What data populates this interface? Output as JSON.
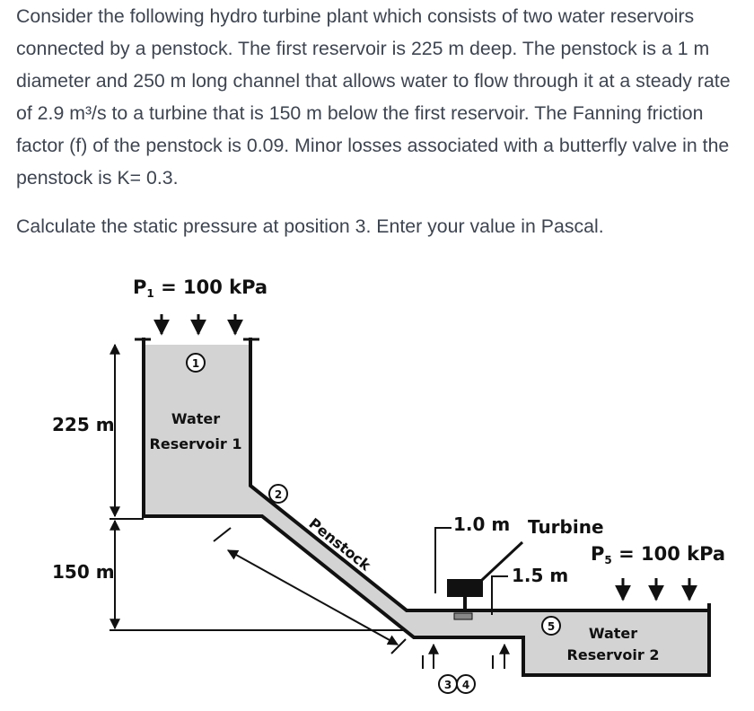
{
  "problem": {
    "paragraph": "Consider the following hydro turbine plant which consists of two water reservoirs connected by a penstock. The first reservoir is 225 m deep. The penstock is a 1 m diameter and 250 m long channel that allows water to flow through it at a steady rate of 2.9 m³/s to a turbine that is 150 m below the first reservoir. The Fanning friction factor (f) of the penstock is 0.09. Minor losses associated with a butterfly valve in the penstock is K= 0.3.",
    "question": "Calculate the static pressure at position 3. Enter your value in Pascal."
  },
  "diagram": {
    "p1_main": "P",
    "p1_sub": "1",
    "p1_value": " = 100 kPa",
    "p5_main": "P",
    "p5_sub": "5",
    "p5_value": " = 100 kPa",
    "depth_upper": "225 m",
    "depth_lower": "150 m",
    "reservoir1_line1": "Water",
    "reservoir1_line2": "Reservoir 1",
    "reservoir2_line1": "Water",
    "reservoir2_line2": "Reservoir 2",
    "penstock": "Penstock",
    "turbine": "Turbine",
    "width_1m": "1.0 m",
    "height_1_5m": "1.5 m",
    "pos1": "1",
    "pos2": "2",
    "pos3": "3",
    "pos4": "4",
    "pos5": "5",
    "colors": {
      "water": "#d3d3d3",
      "outline": "#111111",
      "text": "#3e4551"
    }
  }
}
